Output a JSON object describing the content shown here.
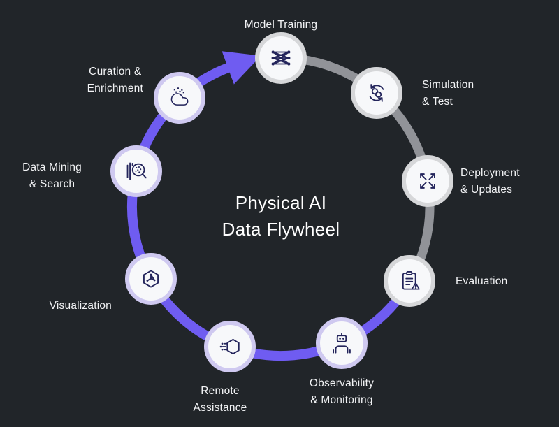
{
  "title": "Physical AI\nData Flywheel",
  "nodes": [
    {
      "id": "model-training",
      "label": "Model Training",
      "icon": "neural-network-icon",
      "segment": "gray"
    },
    {
      "id": "simulation-test",
      "label": "Simulation\n& Test",
      "icon": "simulation-loop-icon",
      "segment": "gray"
    },
    {
      "id": "deployment-updates",
      "label": "Deployment\n& Updates",
      "icon": "expand-arrows-icon",
      "segment": "gray"
    },
    {
      "id": "evaluation",
      "label": "Evaluation",
      "icon": "clipboard-warning-icon",
      "segment": "gray"
    },
    {
      "id": "observability-monitoring",
      "label": "Observability\n& Monitoring",
      "icon": "robot-icon",
      "segment": "purple"
    },
    {
      "id": "remote-assistance",
      "label": "Remote\nAssistance",
      "icon": "hexagon-signal-icon",
      "segment": "purple"
    },
    {
      "id": "visualization",
      "label": "Visualization",
      "icon": "hexagon-network-icon",
      "segment": "purple"
    },
    {
      "id": "data-mining-search",
      "label": "Data Mining\n& Search",
      "icon": "magnifier-data-icon",
      "segment": "purple"
    },
    {
      "id": "curation-enrichment",
      "label": "Curation &\nEnrichment",
      "icon": "cloud-sparkles-icon",
      "segment": "purple"
    }
  ],
  "colors": {
    "background": "#212529",
    "flywheel_purple": "#6F5CF1",
    "flywheel_gray": "#919398",
    "node_fill": "#F7F8FA",
    "node_ring_purple": "#CFC9F0",
    "node_ring_gray": "#D6D7D9",
    "icon_stroke": "#23245B",
    "text": "#F2F3F5"
  }
}
